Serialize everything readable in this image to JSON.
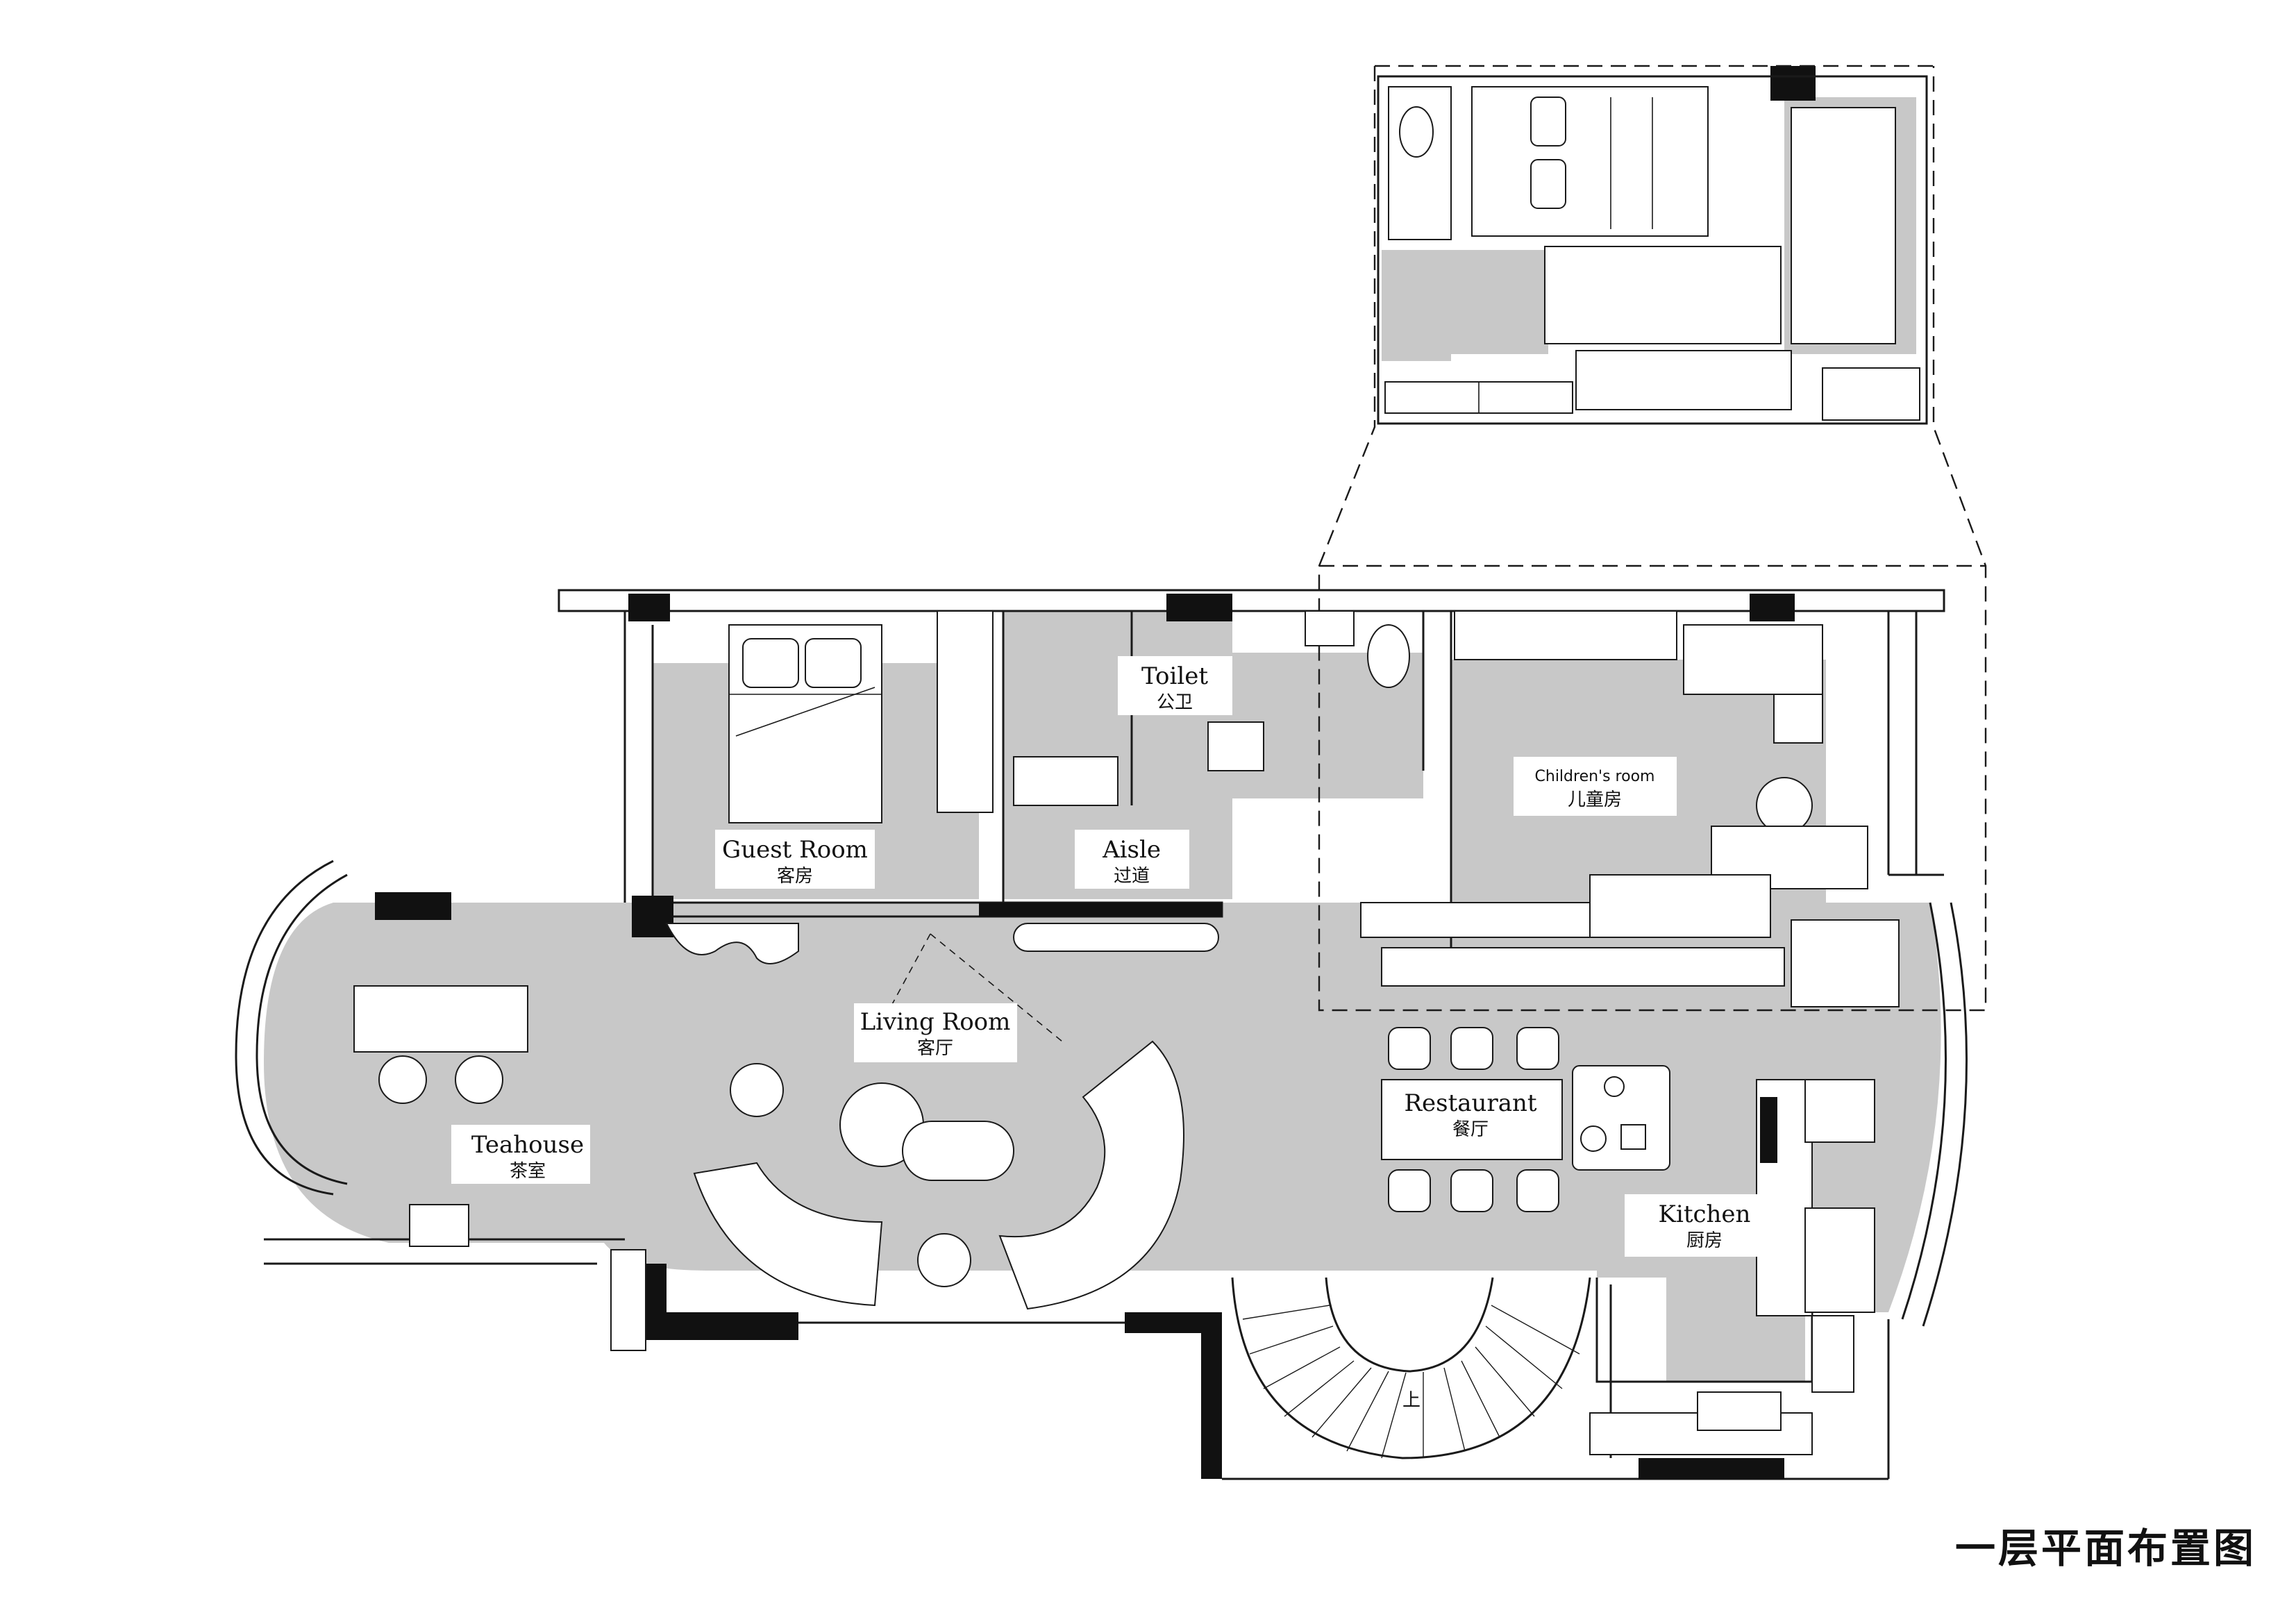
{
  "plan_title": "一层平面布置图",
  "rooms": {
    "toilet": {
      "en": "Toilet",
      "cn": "公卫"
    },
    "guest_room": {
      "en": "Guest Room",
      "cn": "客房"
    },
    "aisle": {
      "en": "Aisle",
      "cn": "过道"
    },
    "childrens_room": {
      "en": "Children's room",
      "cn": "儿童房"
    },
    "living_room": {
      "en": "Living Room",
      "cn": "客厅"
    },
    "teahouse": {
      "en": "Teahouse",
      "cn": "茶室"
    },
    "restaurant": {
      "en": "Restaurant",
      "cn": "餐厅"
    },
    "kitchen": {
      "en": "Kitchen",
      "cn": "厨房"
    }
  },
  "stair_mark": "上",
  "colors": {
    "floor": "#c8c8c8",
    "wall": "#1a1a1a",
    "column": "#111111",
    "background": "#ffffff"
  }
}
